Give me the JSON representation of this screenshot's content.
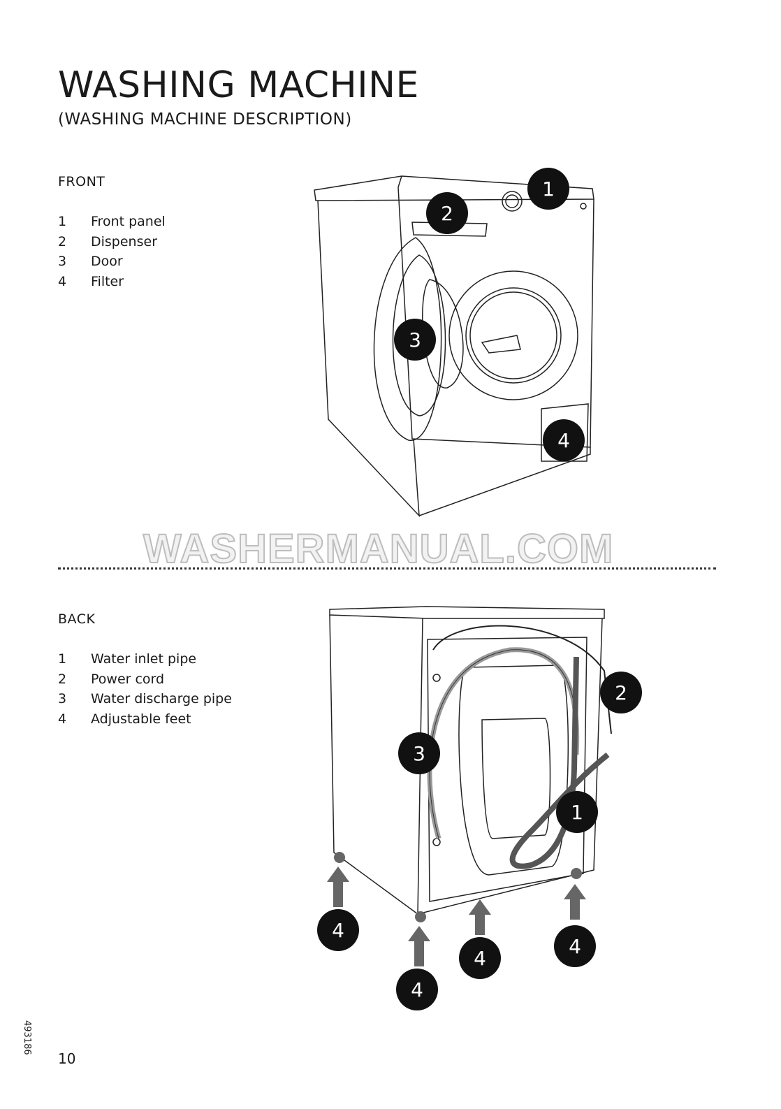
{
  "header": {
    "title": "WASHING MACHINE",
    "subtitle": "(WASHING MACHINE DESCRIPTION)"
  },
  "front": {
    "label": "FRONT",
    "items": [
      {
        "num": "1",
        "label": "Front panel"
      },
      {
        "num": "2",
        "label": "Dispenser"
      },
      {
        "num": "3",
        "label": "Door"
      },
      {
        "num": "4",
        "label": "Filter"
      }
    ],
    "callouts": [
      "1",
      "2",
      "3",
      "4"
    ]
  },
  "back": {
    "label": "BACK",
    "items": [
      {
        "num": "1",
        "label": "Water inlet pipe"
      },
      {
        "num": "2",
        "label": "Power cord"
      },
      {
        "num": "3",
        "label": "Water discharge pipe"
      },
      {
        "num": "4",
        "label": "Adjustable feet"
      }
    ],
    "callouts": [
      "1",
      "2",
      "3",
      "4"
    ]
  },
  "watermark": "WASHERMANUAL.COM",
  "footer": {
    "page_number": "10",
    "doc_id": "493186"
  }
}
